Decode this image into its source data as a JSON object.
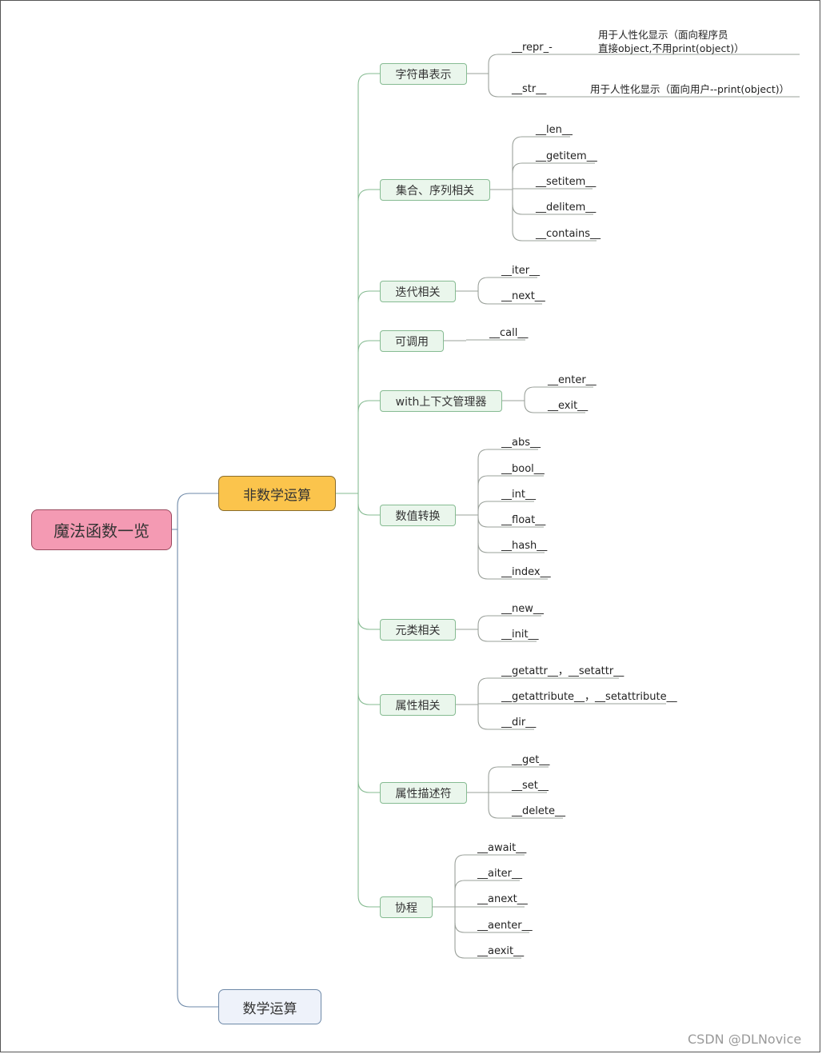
{
  "root": "魔法函数一览",
  "branch_main": "非数学运算",
  "branch_math": "数学运算",
  "cat_repr": "字符串表示",
  "repr_a": "__repr_-",
  "repr_a_note1": "用于人性化显示（面向程序员",
  "repr_a_note2": "直接object,不用print(object)）",
  "repr_b": "__str__",
  "repr_b_note": "用于人性化显示（面向用户--print(object)）",
  "cat_seq": "集合、序列相关",
  "seq_1": "__len__",
  "seq_2": "__getitem__",
  "seq_3": "__setitem__",
  "seq_4": "__delitem__",
  "seq_5": "__contains__",
  "cat_iter": "迭代相关",
  "iter_1": "__iter__",
  "iter_2": "__next__",
  "cat_call": "可调用",
  "call_1": "__call__",
  "cat_with": "with上下文管理器",
  "with_1": "__enter__",
  "with_2": "__exit__",
  "cat_num": "数值转换",
  "num_1": "__abs__",
  "num_2": "__bool__",
  "num_3": "__int__",
  "num_4": "__float__",
  "num_5": "__hash__",
  "num_6": "__index__",
  "cat_meta": "元类相关",
  "meta_1": "__new__",
  "meta_2": "__init__",
  "cat_attr": "属性相关",
  "attr_1": "__getattr__，__setattr__",
  "attr_2": "__getattribute__，__setattribute__",
  "attr_3": "__dir__",
  "cat_desc": "属性描述符",
  "desc_1": "__get__",
  "desc_2": "__set__",
  "desc_3": "__delete__",
  "cat_coro": "协程",
  "coro_1": "__await__",
  "coro_2": "__aiter__",
  "coro_3": "__anext__",
  "coro_4": "__aenter__",
  "coro_5": "__aexit__",
  "watermark": "CSDN @DLNovice",
  "colors": {
    "root": "#f49ab3",
    "main": "#fbc44c",
    "math": "#eef2fa",
    "category": "#eaf6ec"
  }
}
